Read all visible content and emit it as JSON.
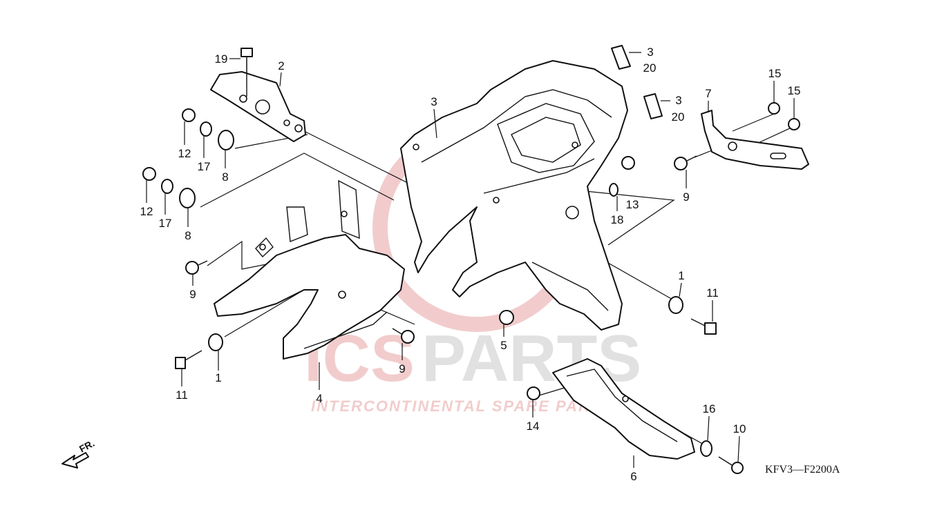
{
  "diagram": {
    "code": "KFV3—F2200A",
    "direction_label": "FR.",
    "watermark": {
      "brand_a": "ICS",
      "brand_b": "PARTS",
      "tagline": "INTERCONTINENTAL SPARE PARTS",
      "color_a": "#e8a3a3",
      "color_b": "#c9c9c9"
    },
    "callouts": [
      {
        "id": "c19",
        "text": "19"
      },
      {
        "id": "c2",
        "text": "2"
      },
      {
        "id": "c3a",
        "text": "3"
      },
      {
        "id": "c3b",
        "text": "3"
      },
      {
        "id": "c20a",
        "text": "20"
      },
      {
        "id": "c3c",
        "text": "3"
      },
      {
        "id": "c20b",
        "text": "20"
      },
      {
        "id": "c7",
        "text": "7"
      },
      {
        "id": "c15a",
        "text": "15"
      },
      {
        "id": "c15b",
        "text": "15"
      },
      {
        "id": "c12a",
        "text": "12"
      },
      {
        "id": "c17a",
        "text": "17"
      },
      {
        "id": "c8a",
        "text": "8"
      },
      {
        "id": "c12b",
        "text": "12"
      },
      {
        "id": "c17b",
        "text": "17"
      },
      {
        "id": "c8b",
        "text": "8"
      },
      {
        "id": "c9a",
        "text": "9"
      },
      {
        "id": "c13",
        "text": "13"
      },
      {
        "id": "c18",
        "text": "18"
      },
      {
        "id": "c9b",
        "text": "9"
      },
      {
        "id": "c1a",
        "text": "1"
      },
      {
        "id": "c11a",
        "text": "11"
      },
      {
        "id": "c5",
        "text": "5"
      },
      {
        "id": "c9c",
        "text": "9"
      },
      {
        "id": "c1b",
        "text": "1"
      },
      {
        "id": "c11b",
        "text": "11"
      },
      {
        "id": "c4",
        "text": "4"
      },
      {
        "id": "c14",
        "text": "14"
      },
      {
        "id": "c16",
        "text": "16"
      },
      {
        "id": "c10",
        "text": "10"
      },
      {
        "id": "c6",
        "text": "6"
      }
    ]
  }
}
